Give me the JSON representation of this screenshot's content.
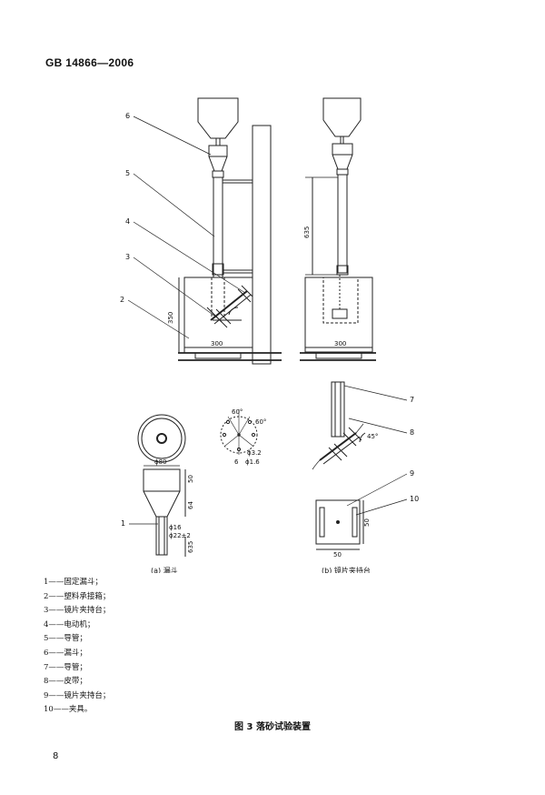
{
  "header": {
    "standard_code": "GB 14866—2006"
  },
  "figure": {
    "callouts": [
      "1",
      "2",
      "3",
      "4",
      "5",
      "6",
      "7",
      "8",
      "9",
      "10"
    ],
    "dims": {
      "base_width_left": "300",
      "base_width_right": "300",
      "base_height": "350",
      "tube_length": "635",
      "funnel_top_dia": "ϕ80",
      "funnel_top_height": "50",
      "funnel_cone_height": "64",
      "funnel_outlet_a": "ϕ16",
      "funnel_outlet_b": "ϕ22±2",
      "funnel_pipe_len": "635",
      "angle_a": "60°",
      "angle_b": "60°",
      "hole_a": "ϕ3.2",
      "hole_b": "6",
      "hole_c": "ϕ1.6",
      "clamp_angle": "45°",
      "holder_w": "50",
      "holder_h": "50"
    },
    "sub_captions": {
      "a": "(a) 漏斗",
      "b": "(b) 镜片夹持台"
    }
  },
  "legend": [
    "1——固定漏斗；",
    "2——塑料承接箱；",
    "3——镜片夹持台；",
    "4——电动机；",
    "5——导管；",
    "6——漏斗；",
    "7——导管；",
    "8——皮带；",
    "9——镜片夹持台；",
    "10——夹具。"
  ],
  "caption": "图 3  落砂试验装置",
  "page_number": "8"
}
